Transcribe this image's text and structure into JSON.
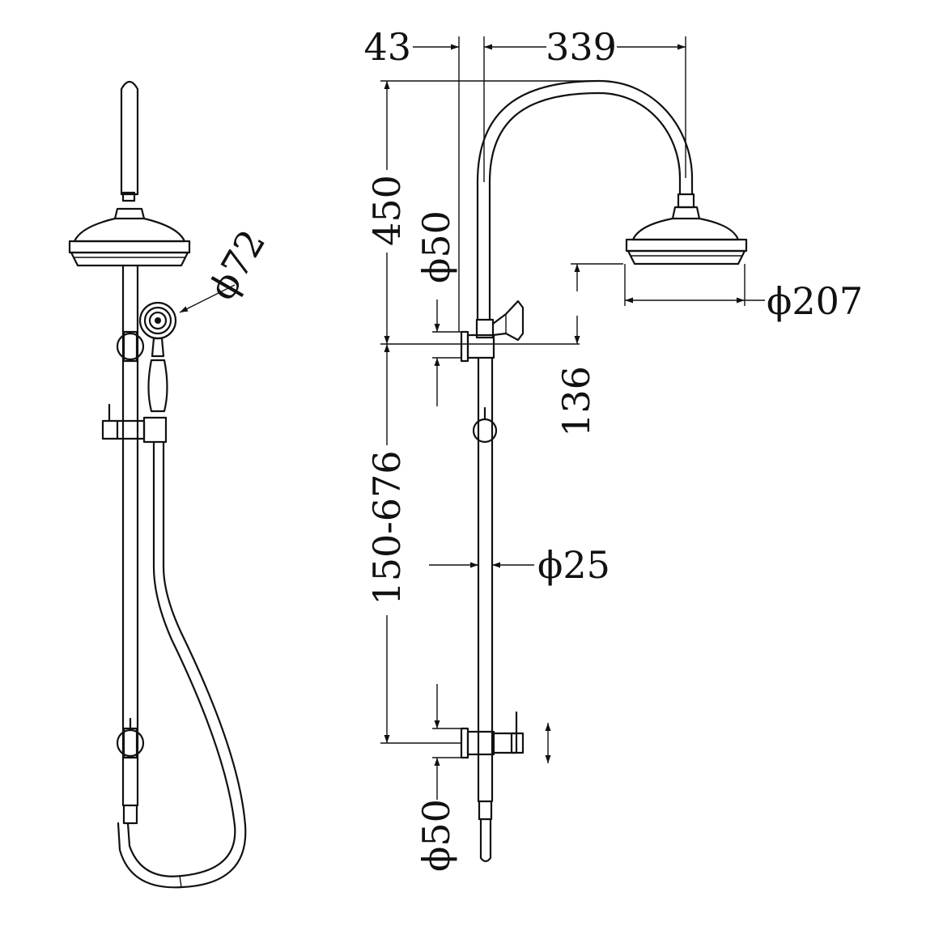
{
  "dimensions": {
    "offset_top": "43",
    "arm_reach": "339",
    "arm_height": "450",
    "bracket_upper_dia": "ϕ50",
    "handset_dia": "ϕ72",
    "head_dia": "ϕ207",
    "head_drop": "136",
    "slide_range": "150-676",
    "rail_dia": "ϕ25",
    "bracket_lower_dia": "ϕ50"
  },
  "colors": {
    "line": "#111111",
    "background": "#ffffff"
  }
}
